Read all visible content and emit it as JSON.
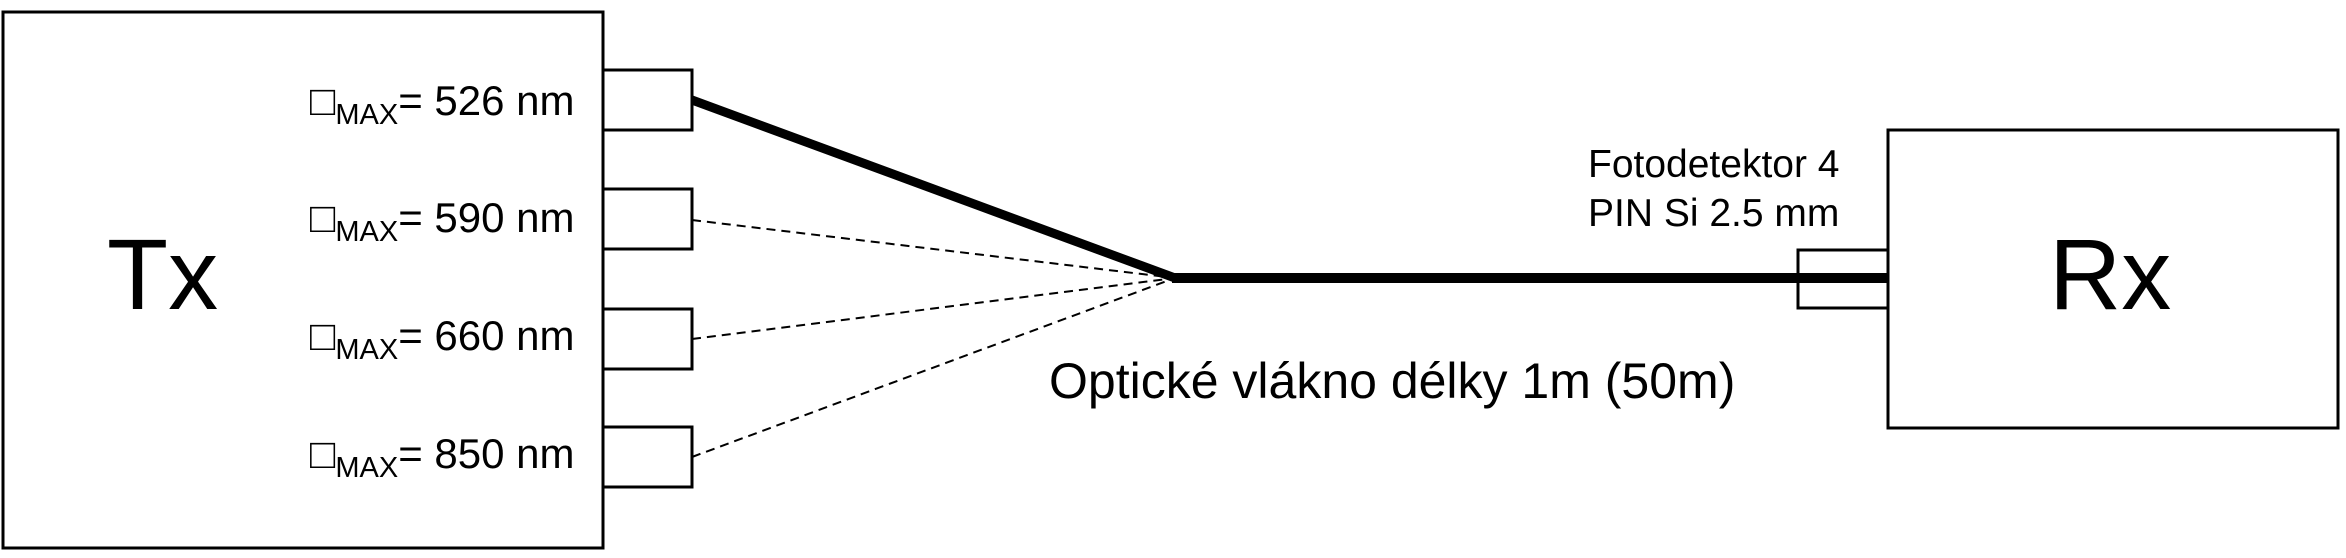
{
  "tx": {
    "label": "Tx"
  },
  "rx": {
    "label": "Rx"
  },
  "sources": [
    {
      "symbol": "□",
      "subscript": "MAX",
      "value": "= 526 nm",
      "active": true
    },
    {
      "symbol": "□",
      "subscript": "MAX",
      "value": "= 590 nm",
      "active": false
    },
    {
      "symbol": "□",
      "subscript": "MAX",
      "value": "= 660 nm",
      "active": false
    },
    {
      "symbol": "□",
      "subscript": "MAX",
      "value": "= 850 nm",
      "active": false
    }
  ],
  "fiber": {
    "label": "Optické vlákno délky 1m (50m)"
  },
  "detector": {
    "line1": "Fotodetektor 4",
    "line2": "PIN Si 2.5 mm"
  },
  "colors": {
    "stroke": "#000000",
    "background": "#ffffff"
  }
}
